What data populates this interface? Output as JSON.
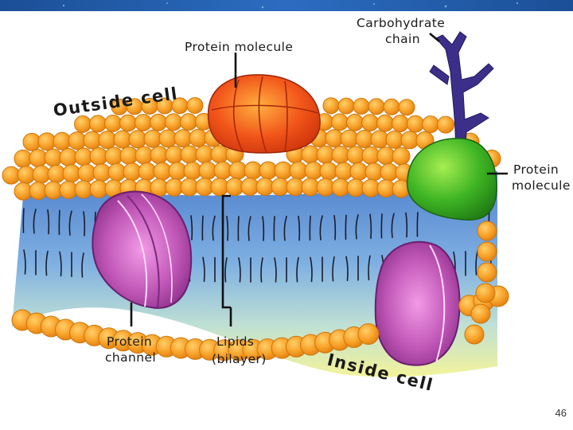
{
  "slide": {
    "page_number": "46"
  },
  "labels": {
    "outside_cell": "Outside cell",
    "inside_cell": "Inside cell",
    "protein_molecule_top": "Protein molecule",
    "carbohydrate_chain_line1": "Carbohydrate",
    "carbohydrate_chain_line2": "chain",
    "protein_molecule_right_line1": "Protein",
    "protein_molecule_right_line2": "molecule",
    "protein_channel_line1": "Protein",
    "protein_channel_line2": "channel",
    "lipids_line1": "Lipids",
    "lipids_line2": "(bilayer)"
  },
  "colors": {
    "top_bar": "#1f5aa6",
    "lipid_head": "#f7a028",
    "lipid_head_stroke": "#d27a0c",
    "membrane_blue": "#5c8fd6",
    "membrane_yellow": "#f1f29a",
    "channel_purple": "#b44aa8",
    "red_protein": "#f04a14",
    "green_protein": "#3fb524",
    "carbohydrate": "#3c2f8a"
  }
}
